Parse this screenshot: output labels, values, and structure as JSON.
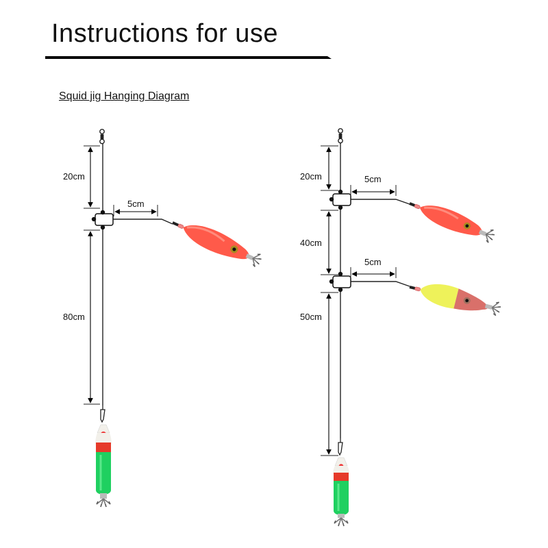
{
  "header": {
    "title": "Instructions for use",
    "subtitle": "Squid jig Hanging Diagram"
  },
  "colors": {
    "line": "#222222",
    "jig_red": "#ff5a4a",
    "jig_yellow": "#eef25a",
    "jig_pink": "#d9706a",
    "jig_green": "#1fd060",
    "jig_band": "#e63a2a",
    "jig_head": "#f2f0ea"
  },
  "left_rig": {
    "top_label": "20cm",
    "branch_label": "5cm",
    "bottom_label": "80cm",
    "jig_icon": "red-squid-jig-icon",
    "end_jig_icon": "green-squid-jig-icon"
  },
  "right_rig": {
    "top_label": "20cm",
    "branch1_label": "5cm",
    "middle_label": "40cm",
    "branch2_label": "5cm",
    "bottom_label": "50cm",
    "jig1_icon": "red-squid-jig-icon",
    "jig2_icon": "yellow-squid-jig-icon",
    "end_jig_icon": "green-squid-jig-icon"
  }
}
